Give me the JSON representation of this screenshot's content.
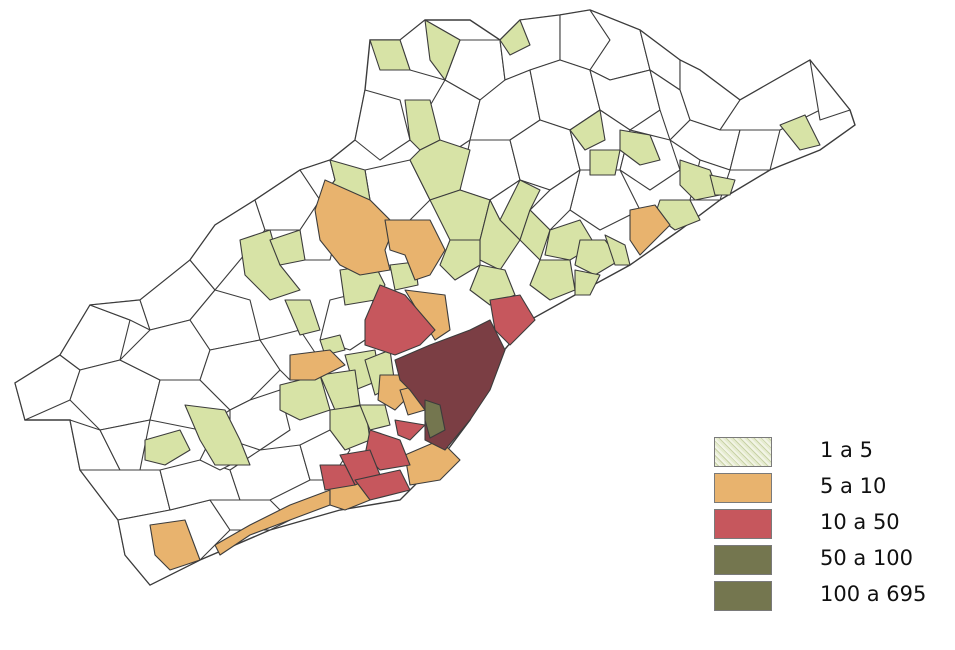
{
  "legend": {
    "items": [
      {
        "label": "1 a 5",
        "color": "#dfe7c4",
        "pattern": "speckled"
      },
      {
        "label": "5 a 10",
        "color": "#e8b36e"
      },
      {
        "label": "10 a 50",
        "color": "#c6575d"
      },
      {
        "label": "50 a 100",
        "color": "#74764f"
      },
      {
        "label": "100 a 695",
        "color": "#74764f"
      }
    ]
  },
  "colors": {
    "none": "#ffffff",
    "class_1_5": "#d7e3a6",
    "class_5_10": "#e8b36e",
    "class_10_50": "#c6575d",
    "class_50_100": "#74764f",
    "class_100_695": "#7b3e44",
    "border": "#3c3c3c"
  }
}
